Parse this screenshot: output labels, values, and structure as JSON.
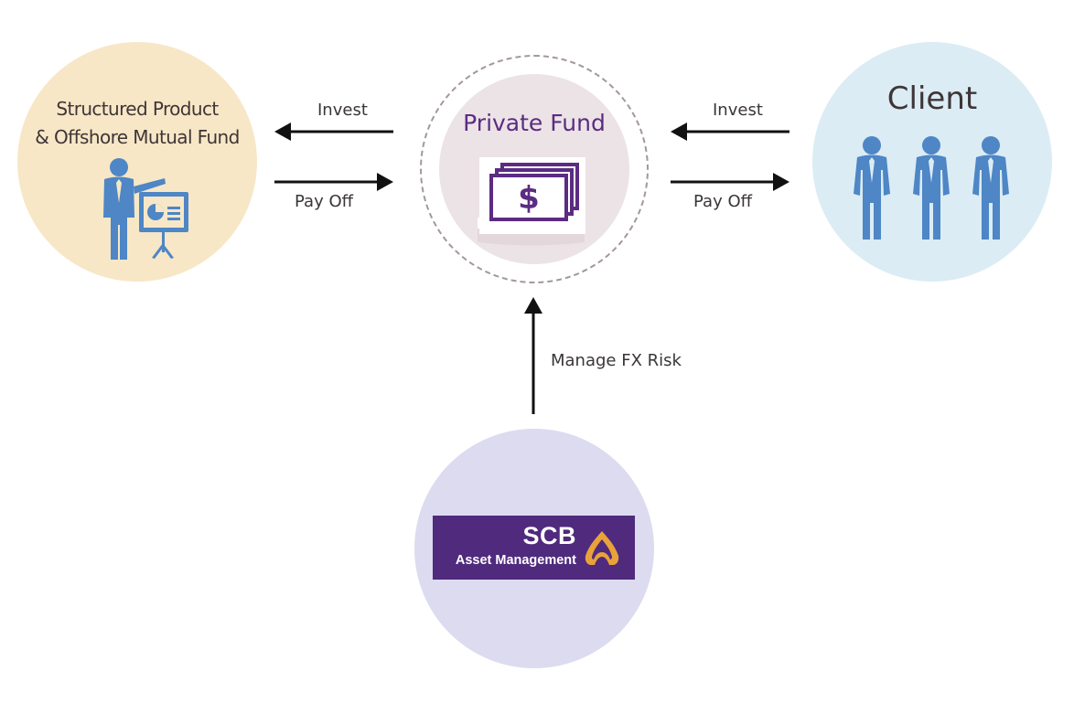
{
  "nodes": {
    "left": {
      "title_line1": "Structured Product",
      "title_line2": "& Offshore Mutual Fund",
      "icon": "presenter-icon"
    },
    "center": {
      "title": "Private Fund",
      "icon": "money-stack-icon"
    },
    "right": {
      "title": "Client",
      "icon": "people-group-icon"
    },
    "bottom": {
      "logo_name": "SCB",
      "logo_subtitle": "Asset Management",
      "icon": "scb-logo"
    }
  },
  "edges": {
    "invest_left": "Invest",
    "payoff_left": "Pay Off",
    "invest_right": "Invest",
    "payoff_right": "Pay Off",
    "manage_fx": "Manage FX Risk"
  },
  "colors": {
    "left_node": "#f7e7c6",
    "center_node": "#ece3e6",
    "right_node": "#dbecf4",
    "bottom_node": "#dcdbef",
    "icon_blue": "#4e86c6",
    "private_fund_purple": "#5b2c82",
    "scb_purple": "#4f2a7d",
    "scb_gold": "#e8a23a",
    "arrow": "#111111"
  }
}
